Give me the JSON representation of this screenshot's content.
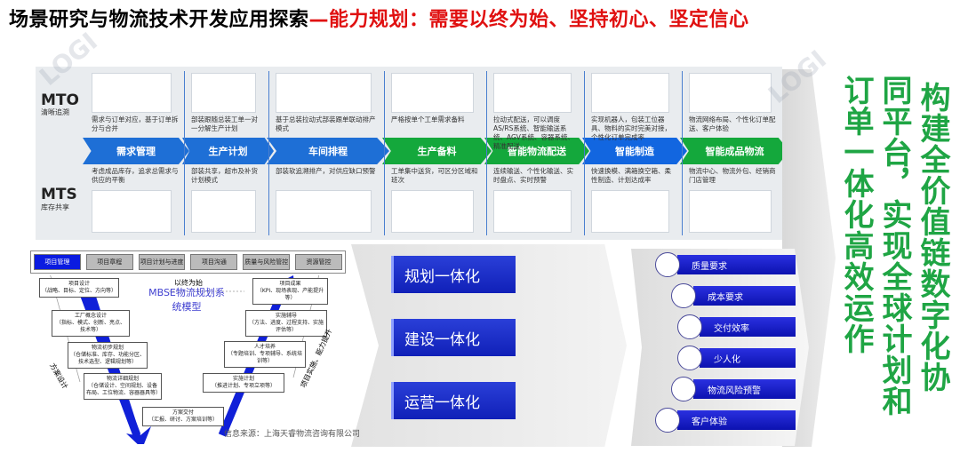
{
  "title": {
    "main": "场景研究与物流技术开发应用探索",
    "highlight": "—能力规划：需要以终为始、坚持初心、坚定信心"
  },
  "flow": {
    "mto": {
      "label": "MTO",
      "sub": "清晰追溯"
    },
    "mts": {
      "label": "MTS",
      "sub": "库存共享"
    },
    "stages": [
      {
        "label": "需求管理",
        "color": "#1e6fd6",
        "top": "需求与订单对应，基于订单拆分与合并",
        "bottom": "考虑成品库存，追求总需求与供应的平衡"
      },
      {
        "label": "生产计划",
        "color": "#1e6fd6",
        "top": "部装跟随总装工单一对一分解生产计划",
        "bottom": "部装共享，超市及补货计划模式"
      },
      {
        "label": "车间排程",
        "color": "#1e6fd6",
        "top": "基于总装拉动式部装跟单联动排产模式",
        "bottom": "部装软追溯排产，对供应缺口预警"
      },
      {
        "label": "生产备料",
        "color": "#14a83c",
        "top": "严格按单个工单需求备料",
        "bottom": "工单集中送货，可区分区域和班次"
      },
      {
        "label": "智能物流配送",
        "color": "#14a83c",
        "top": "拉动式配送，可以调度AS/RS系统、智能输送系统、AGV系统、容器系统、精准配送",
        "bottom": "连续输送、个性化输送、实时盘点、实时预警"
      },
      {
        "label": "智能制造",
        "color": "#1266e0",
        "top": "实现机器人，包装工位器具、物料的实时完美对接，个性化订单完成率",
        "bottom": "快速换模、满箱换空箱、柔性制造、计划达成率"
      },
      {
        "label": "智能成品物流",
        "color": "#14a83c",
        "top": "物流网络布局、个性化订单配送、客户体验",
        "bottom": "物流中心、物流外包、经销商门店管理"
      }
    ]
  },
  "vertical_text": [
    "构建全价值链数字化协",
    "同平台，实现全球计划和",
    "订单一体化高效运作"
  ],
  "vmodel": {
    "tabs": [
      "项目管理",
      "项目章程",
      "项目计划与进度",
      "项目沟通",
      "质量与风险管控",
      "资源管控"
    ],
    "center_title": "MBSE物流规划系统模型",
    "top_label": "以终为始",
    "left_label": "方案设计",
    "right_label": "项目实施、能力提升",
    "left_boxes": [
      {
        "title": "项目设计",
        "detail": "（战略、目标、定位、方向等）"
      },
      {
        "title": "工厂概念设计",
        "detail": "（指标、模式、创新、亮点、技术等）"
      },
      {
        "title": "物流初步规划",
        "detail": "（仓储标准、库存、功能分区、技术选型、逻辑规划等）"
      },
      {
        "title": "物流详细规划",
        "detail": "（仓储设计、空间规划、设备布局、工位物流、容器器具等）"
      }
    ],
    "bottom_box": {
      "title": "方案交付",
      "detail": "（汇报、研讨、方案培训等）"
    },
    "right_boxes": [
      {
        "title": "项目成果",
        "detail": "（KPI、现场表现、产能提升等）"
      },
      {
        "title": "实施辅导",
        "detail": "（方法、进度、过程支持、实施评估等）"
      },
      {
        "title": "人才培养",
        "detail": "（专题培训、专项辅导、系统培训等）"
      },
      {
        "title": "实施计划",
        "detail": "（推进计划、专项立项等）"
      }
    ]
  },
  "integration": [
    "规划一体化",
    "建设一体化",
    "运营一体化"
  ],
  "requirements": [
    "质量要求",
    "成本要求",
    "交付效率",
    "少人化",
    "物流风险预警",
    "客户体验"
  ],
  "source": "信息来源：上海天睿物流咨询有限公司",
  "watermark": "LOGIWIN 天睿"
}
